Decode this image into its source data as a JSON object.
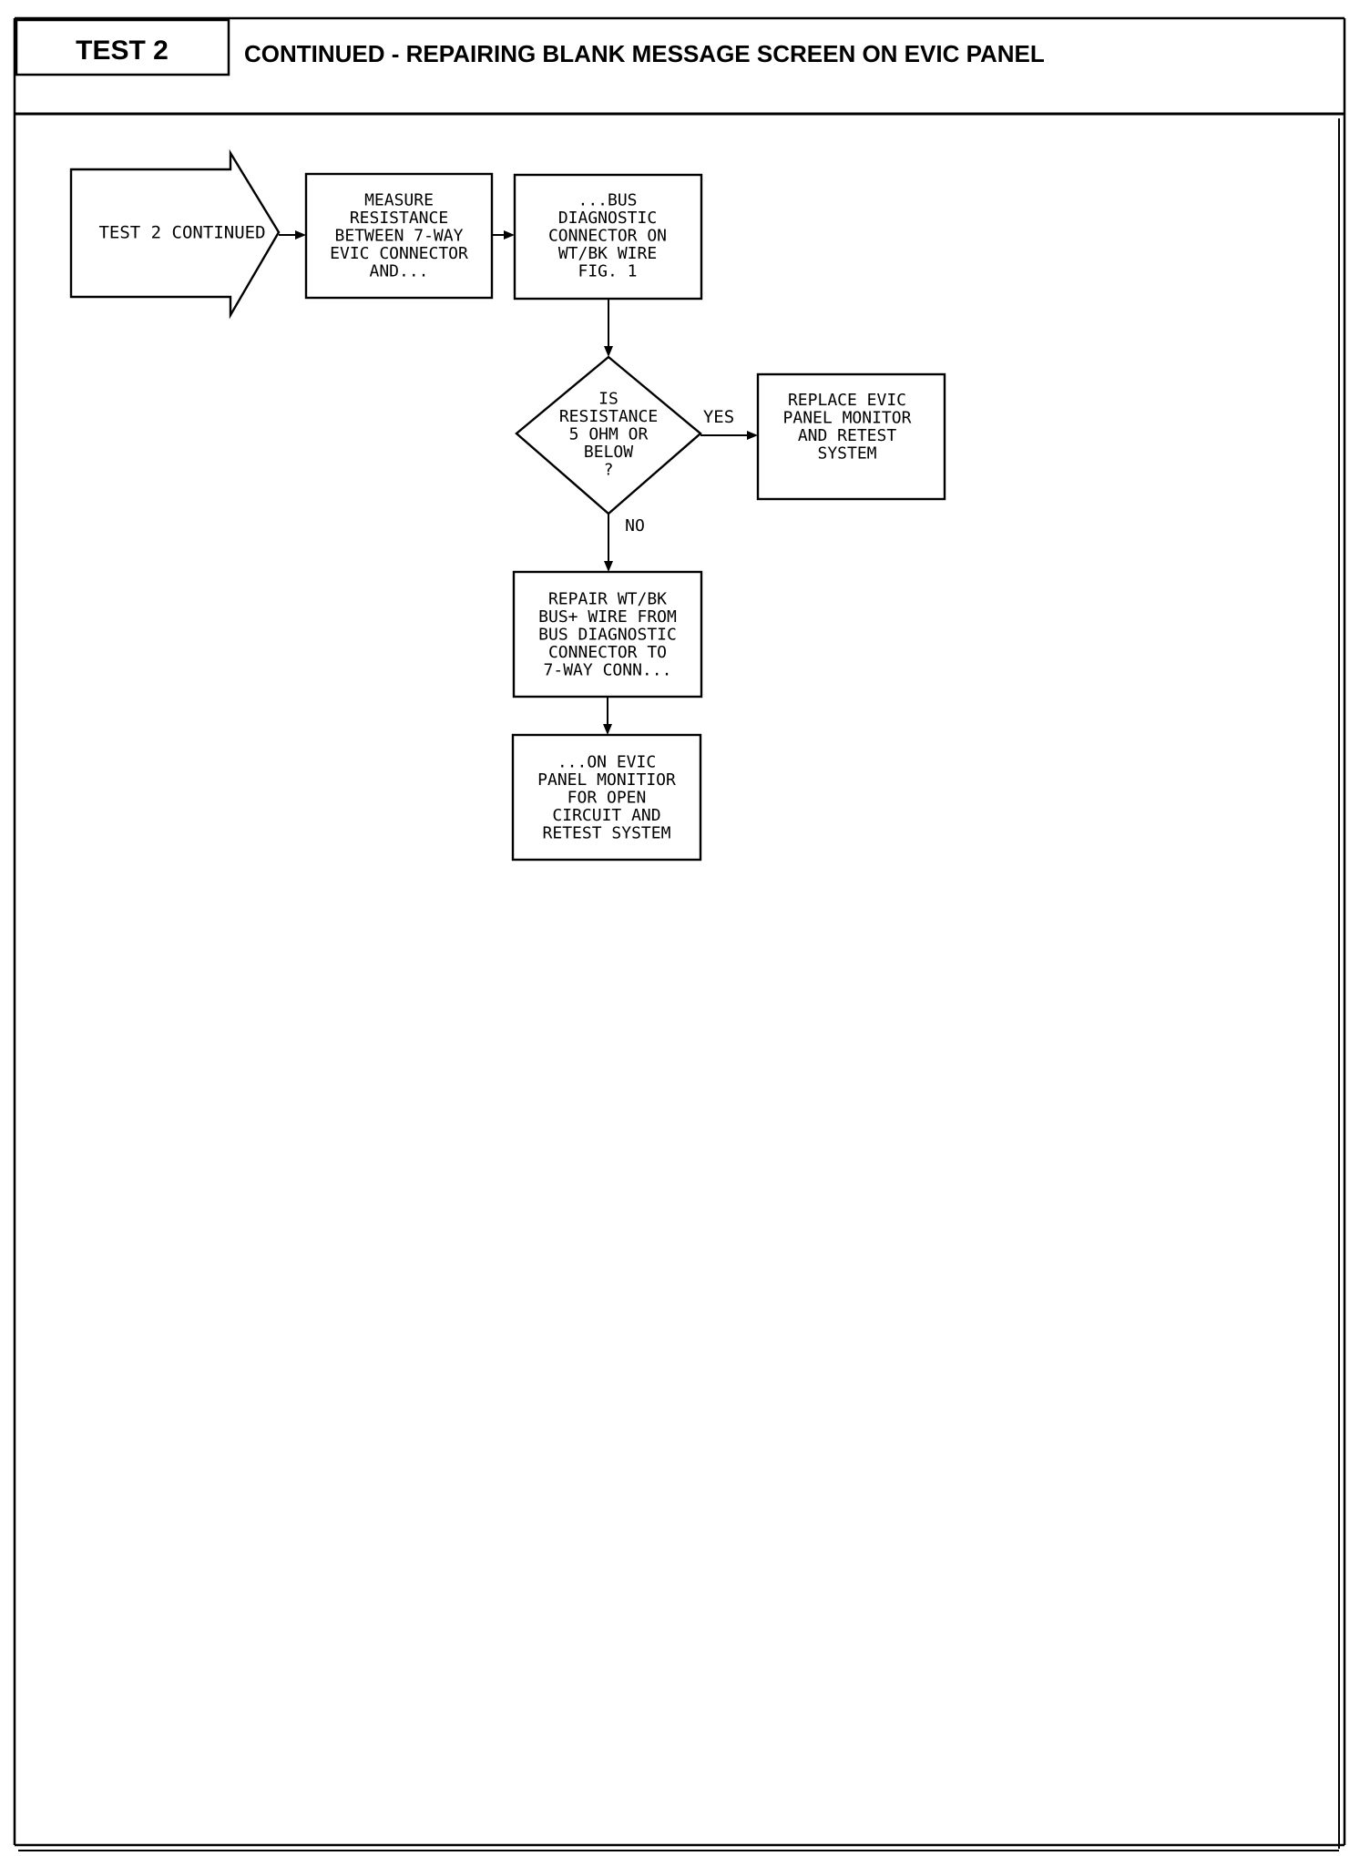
{
  "header": {
    "test_label": "TEST 2",
    "title": "CONTINUED - REPAIRING BLANK MESSAGE SCREEN ON EVIC PANEL"
  },
  "flowchart": {
    "start_arrow": [
      "TEST 2  CONTINUED"
    ],
    "measure": [
      "MEASURE",
      "RESISTANCE",
      "BETWEEN 7-WAY",
      "EVIC CONNECTOR",
      "AND..."
    ],
    "bus": [
      "...BUS",
      "DIAGNOSTIC",
      "CONNECTOR ON",
      "WT/BK WIRE",
      "FIG. 1"
    ],
    "decision": [
      "IS",
      "RESISTANCE",
      "5 OHM OR",
      "BELOW",
      "?"
    ],
    "replace": [
      "REPLACE EVIC",
      "PANEL MONITOR",
      "AND RETEST",
      "SYSTEM"
    ],
    "repair": [
      "REPAIR WT/BK",
      "BUS+ WIRE FROM",
      "BUS DIAGNOSTIC",
      "CONNECTOR TO",
      "7-WAY CONN..."
    ],
    "final": [
      "...ON EVIC",
      "PANEL MONITIOR",
      "FOR OPEN",
      "CIRCUIT AND",
      "RETEST SYSTEM"
    ],
    "yes_label": "YES",
    "no_label": "NO"
  }
}
